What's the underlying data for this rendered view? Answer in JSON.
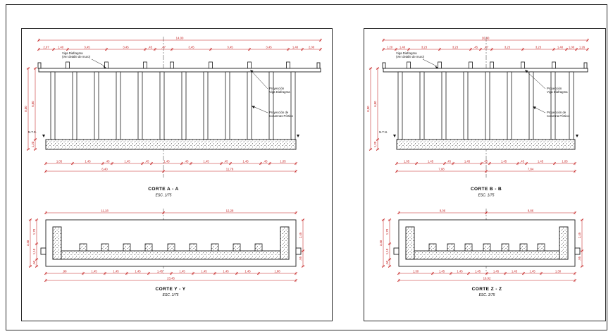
{
  "style": {
    "dim_color": "#c41e1e",
    "line_color": "#1b1b1b",
    "background": "#ffffff"
  },
  "left": {
    "section": {
      "title": "CORTE A - A",
      "scale": "ESC. 1/75",
      "top_total": [
        "14,00"
      ],
      "row2": [
        "2,07",
        "1,40",
        "3,45",
        "3,45",
        ",45",
        ",47",
        "3,45",
        "3,45",
        "3,45",
        "1,40",
        "2,00"
      ],
      "left_total": [
        "8,00"
      ],
      "left_segs": [
        "6,80",
        "1,20"
      ],
      "bottom_row1": [
        "1,05",
        "1,45",
        ",45",
        "1,45",
        ",45",
        "1,45",
        ",45",
        "1,45",
        ",45",
        "1,45",
        ",45",
        "1,05"
      ],
      "bottom_row2": [
        "6,40",
        "11,78"
      ],
      "labels": {
        "viga1": "Viga Diafragma",
        "viga2": "(Ver detalle de muro)",
        "proyv1": "Proyección",
        "proyv2": "Viga Diafragma",
        "proyc1": "Proyección de",
        "proyc2": "Columnas Pórtico",
        "nivel": "N.T.N."
      }
    },
    "plan": {
      "title": "CORTE Y - Y",
      "scale": "ESC. 1/75",
      "top": [
        "11,18",
        "12,28"
      ],
      "bottom_row1": [
        ",98",
        "1,45",
        "1,45",
        "1,45",
        "1,45",
        "1,45",
        "1,45",
        "1,45",
        "1,45",
        "1,88"
      ],
      "bottom_total": [
        "23,45"
      ],
      "left_segs": [
        "1,70",
        "1,10",
        ",50"
      ],
      "left_total": [
        "3,30"
      ],
      "right_segs": [
        "2,45",
        ",95"
      ]
    }
  },
  "right": {
    "section": {
      "title": "CORTE B - B",
      "scale": "ESC. 1/75",
      "top_total": [
        "16,40"
      ],
      "row2": [
        "1,20",
        "1,40",
        "3,23",
        "3,23",
        ",45",
        ",47",
        "3,23",
        "3,23",
        "1,40",
        "1,00",
        "1,26"
      ],
      "left_total": [
        "8,00"
      ],
      "left_segs": [
        "6,80",
        "1,20"
      ],
      "bottom_row1": [
        "1,05",
        "1,45",
        ",45",
        "1,45",
        ",45",
        "1,45",
        ",45",
        "1,45",
        "1,05"
      ],
      "bottom_row2": [
        "7,08",
        "7,84"
      ],
      "labels": {
        "viga1": "Viga Diafragma",
        "viga2": "(Ver detalle de muro)",
        "proyv1": "Proyección",
        "proyv2": "Viga Diafragma",
        "proyc1": "Proyección de",
        "proyc2": "Columna Pórtico",
        "nivel": "N.T.N."
      }
    },
    "plan": {
      "title": "CORTE Z - Z",
      "scale": "ESC. 1/75",
      "top": [
        "8,06",
        "8,86"
      ],
      "bottom_row1": [
        "1,30",
        "1,45",
        "1,45",
        "1,45",
        "1,45",
        "1,45",
        "1,45",
        "1,30"
      ],
      "bottom_total": [
        "16,92"
      ],
      "left_segs": [
        "1,70",
        "1,10",
        ",50"
      ],
      "left_total": [
        "3,30"
      ],
      "right_segs": [
        "2,45",
        ",95"
      ]
    }
  }
}
